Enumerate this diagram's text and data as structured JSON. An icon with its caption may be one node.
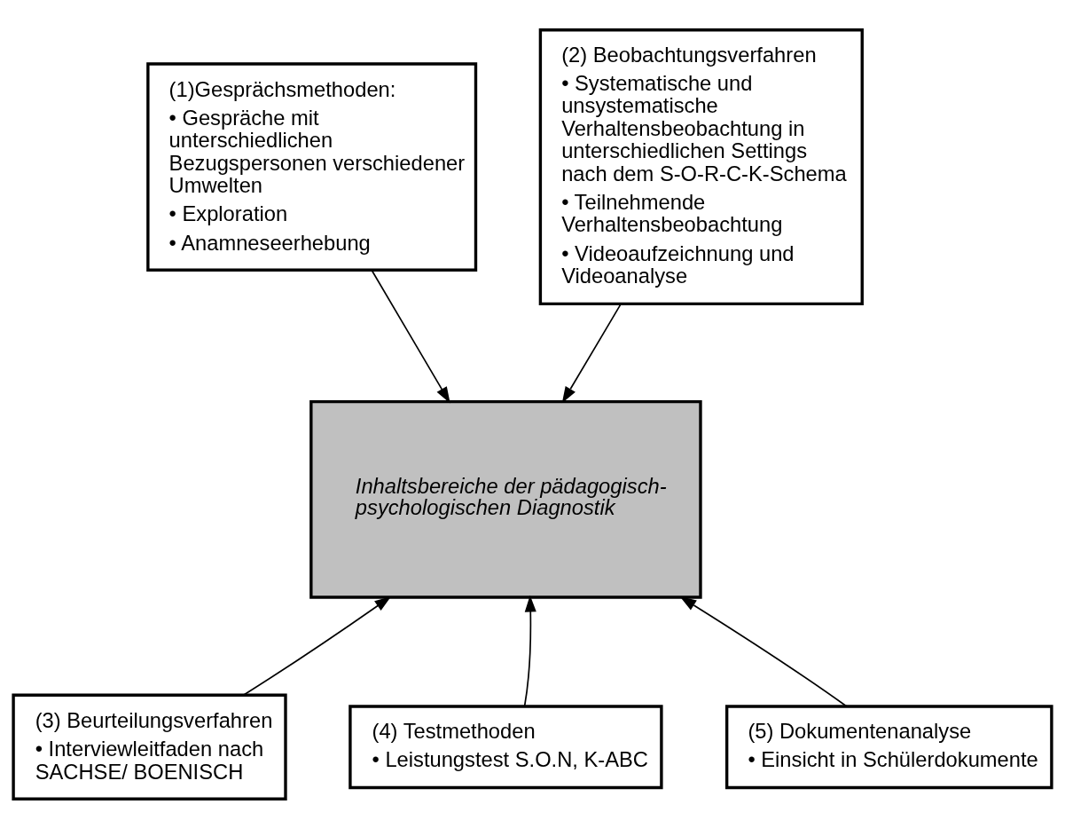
{
  "diagram": {
    "nodes": [
      {
        "text": [
          "(1)Gesprächsmethoden:",
          "• Gespräche mit unterschiedlichen Bezugspersonen verschiedener Umwelten",
          "• Exploration",
          "• Anamneseerhebung"
        ]
      },
      {
        "text": [
          "(2) Beobachtungsverfahren",
          "• Systematische und unsystematische Verhaltensbeobachtung in unterschiedlichen Settings nach dem S-O-R-C-K-Schema",
          "• Teilnehmende Verhaltensbeobachtung",
          "• Videoaufzeichnung und Videoanalyse"
        ]
      },
      {
        "text": [
          "Inhaltsbereiche der pädagogisch-psychologischen Diagnostik"
        ]
      },
      {
        "text": [
          "(3) Beurteilungsverfahren",
          "• Interviewleitfaden nach SACHSE/ BOENISCH"
        ]
      },
      {
        "text": [
          "(4) Testmethoden",
          "• Leistungstest S.O.N, K-ABC"
        ]
      },
      {
        "text": [
          "(5) Dokumentenanalyse",
          "• Einsicht in Schülerdokumente"
        ]
      }
    ],
    "edges": [
      {
        "from": 0,
        "to": 2,
        "arrow": "to"
      },
      {
        "from": 1,
        "to": 2,
        "arrow": "to"
      },
      {
        "from": 3,
        "to": 2,
        "arrow": "to"
      },
      {
        "from": 4,
        "to": 2,
        "arrow": "to"
      },
      {
        "from": 5,
        "to": 2,
        "arrow": "to"
      }
    ]
  }
}
